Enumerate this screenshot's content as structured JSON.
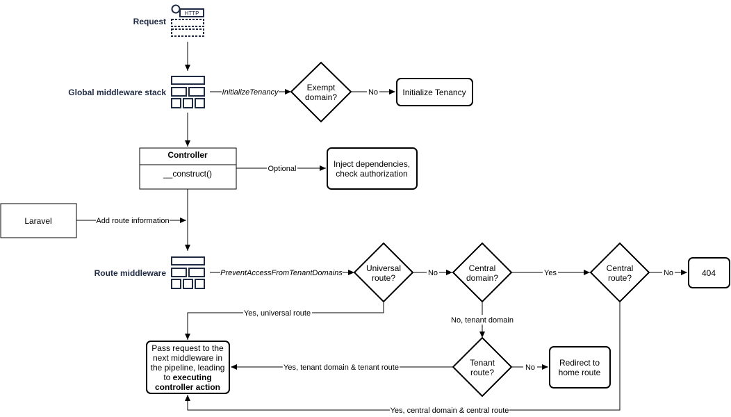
{
  "labels": {
    "request": "Request",
    "http": "HTTP",
    "global_stack": "Global middleware stack",
    "route_middleware": "Route middleware",
    "laravel": "Laravel"
  },
  "nodes": {
    "exempt_domain": [
      "Exempt",
      "domain?"
    ],
    "initialize_tenancy": "Initialize Tenancy",
    "controller_title": "Controller",
    "controller_method": "__construct()",
    "inject_deps": [
      "Inject dependencies,",
      "check authorization"
    ],
    "universal_route": [
      "Universal",
      "route?"
    ],
    "central_domain": [
      "Central",
      "domain?"
    ],
    "central_route": [
      "Central",
      "route?"
    ],
    "not_found": "404",
    "tenant_route": [
      "Tenant",
      "route?"
    ],
    "redirect_home": [
      "Redirect to",
      "home route"
    ],
    "pass_request": [
      "Pass request to the",
      "next middleware in",
      "the pipeline, leading",
      "to ",
      "executing",
      "controller action"
    ]
  },
  "edges": {
    "initialize_tenancy": "InitializeTenancy",
    "exempt_no": "No",
    "optional": "Optional",
    "add_route_info": "Add route information",
    "prevent_access": "PreventAccessFromTenantDomains",
    "universal_no": "No",
    "central_yes": "Yes",
    "central_route_no": "No",
    "yes_universal": "Yes, universal route",
    "no_tenant_domain": "No, tenant domain",
    "yes_tenant": "Yes, tenant domain & tenant route",
    "tenant_no": "No",
    "yes_central": "Yes, central domain & central route"
  }
}
